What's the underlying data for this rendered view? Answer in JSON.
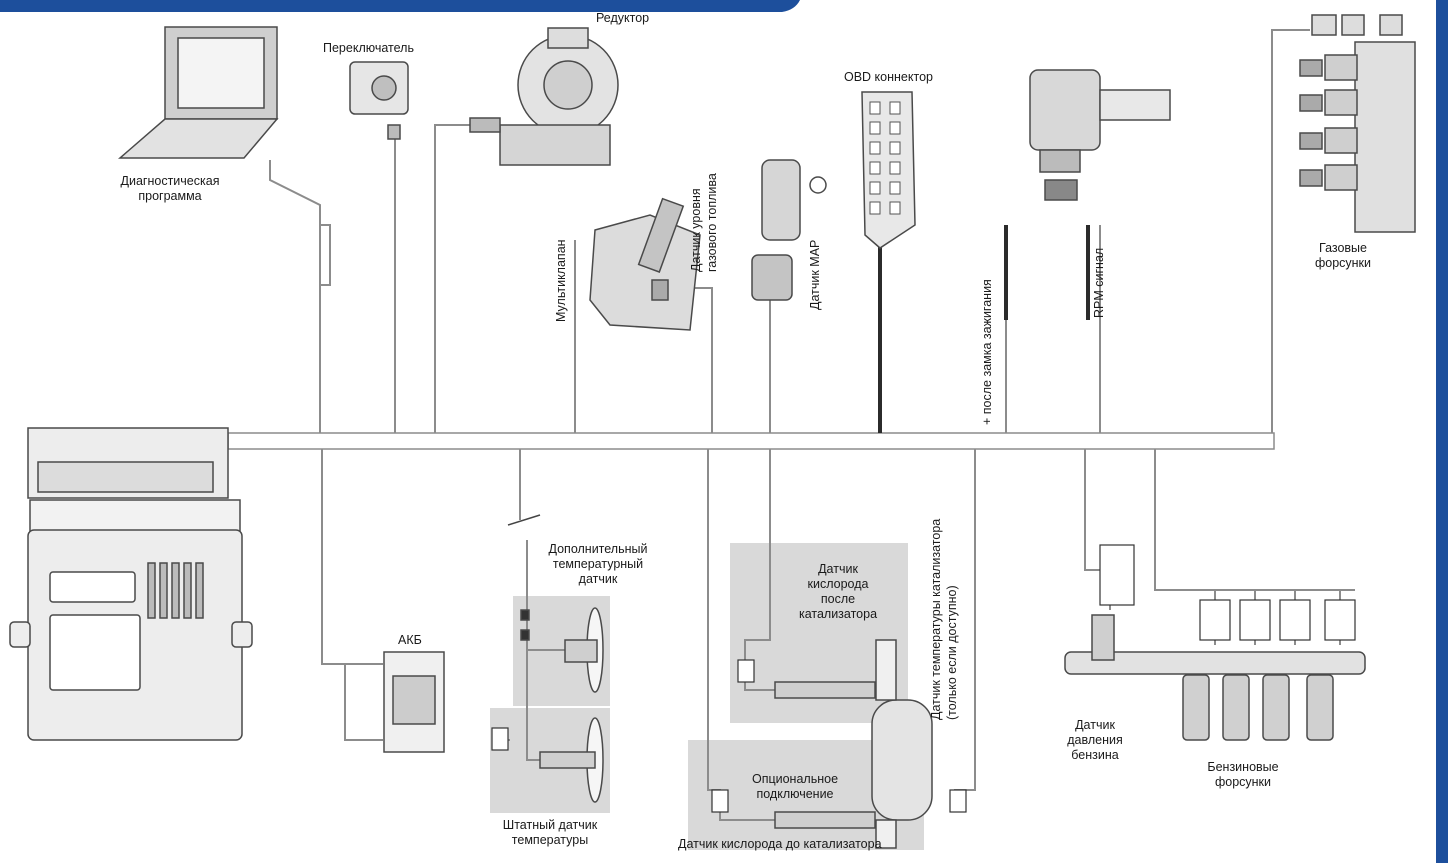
{
  "colors": {
    "frame": "#1d4f9c",
    "wire": "#8c8c8c",
    "wire_dark": "#2b2b2b",
    "panel": "#d9d9d9",
    "component": "#c8c8c8",
    "outline": "#4a4a4a"
  },
  "labels": {
    "diagnostic": "Диагностическая\nпрограмма",
    "switch": "Переключатель",
    "reducer": "Редуктор",
    "obd": "OBD коннектор",
    "gas_injectors": "Газовые\nфорсунки",
    "multivalve": "Мультиклапан",
    "gas_level": "Датчик уровня\nгазового топлива",
    "map_sensor": "Датчик MAP",
    "ignition": "+ после замка зажигания",
    "rpm": "RPM сигнал",
    "battery": "АКБ",
    "extra_temp": "Дополнительный\nтемпературный\nдатчик",
    "stock_temp": "Штатный датчик\nтемпературы",
    "o2_after": "Датчик\nкислорода\nпосле\nкатализатора",
    "optional": "Опциональное\nподключение",
    "o2_before": "Датчик кислорода до катализатора",
    "cat_temp": "Датчик температуры катализатора\n(только если доступно)",
    "fuel_pressure": "Датчик\nдавления\nбензина",
    "petrol_injectors": "Бензиновые\nфорсунки"
  }
}
